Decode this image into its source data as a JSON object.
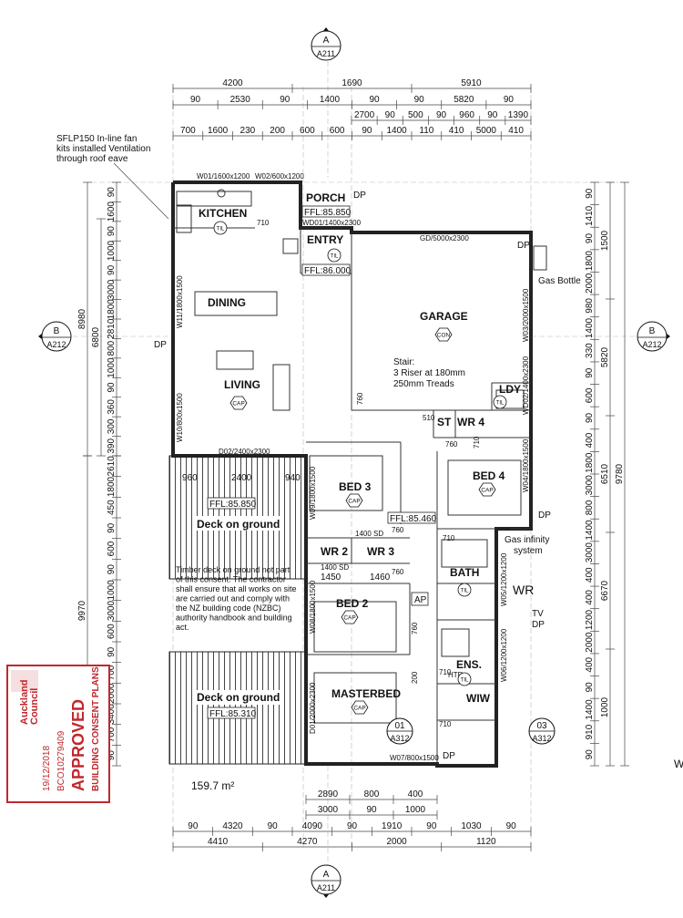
{
  "section_markers": {
    "top": {
      "letter": "A",
      "ref": "A211"
    },
    "bottom": {
      "letter": "A",
      "ref": "A211"
    },
    "left": {
      "letter": "B",
      "ref": "A212"
    },
    "right": {
      "letter": "B",
      "ref": "A212"
    }
  },
  "detail_markers": [
    {
      "num": "01",
      "ref": "A312"
    },
    {
      "num": "03",
      "ref": "A312"
    }
  ],
  "top_dims": {
    "row1": [
      "4200",
      "1690",
      "5910"
    ],
    "row2": [
      "90",
      "2530",
      "90",
      "1400",
      "90",
      "90",
      "5820",
      "90"
    ],
    "row3": [
      "2700",
      "90",
      "500",
      "90",
      "960",
      "90",
      "1390"
    ],
    "row4": [
      "700",
      "1600",
      "230",
      "200",
      "600",
      "600",
      "90",
      "1400",
      "110",
      "410",
      "5000",
      "410"
    ]
  },
  "bottom_dims": {
    "row1": [
      "2890",
      "800",
      "400"
    ],
    "row2": [
      "3000",
      "90",
      "1000"
    ],
    "row3": [
      "90",
      "4320",
      "90",
      "4090",
      "90",
      "1910",
      "90",
      "1030",
      "90"
    ],
    "row4": [
      "4410",
      "4270",
      "2000",
      "1120"
    ]
  },
  "left_dims": {
    "outer": [
      "8980",
      "9970"
    ],
    "mid": [
      "6800"
    ],
    "inner": [
      "90",
      "1600",
      "90",
      "1000",
      "90",
      "3000",
      "1800",
      "2810",
      "800",
      "1000",
      "90",
      "360",
      "300",
      "390",
      "2610",
      "1800",
      "450",
      "90",
      "600",
      "90",
      "1000",
      "3000",
      "600",
      "90",
      "700",
      "2000",
      "3400",
      "700",
      "90"
    ]
  },
  "right_dims": {
    "outer": [
      "9780"
    ],
    "mid": [
      "1500",
      "5820",
      "6510",
      "6670",
      "1000"
    ],
    "inner": [
      "90",
      "1410",
      "90",
      "1800",
      "2000",
      "980",
      "1400",
      "330",
      "90",
      "600",
      "90",
      "400",
      "1800",
      "3000",
      "800",
      "1400",
      "3000",
      "400",
      "400",
      "1200",
      "2000",
      "400",
      "90",
      "1400",
      "910",
      "90"
    ]
  },
  "rooms": {
    "kitchen": "KITCHEN",
    "porch": "PORCH",
    "entry": "ENTRY",
    "dining": "DINING",
    "living": "LIVING",
    "garage": "GARAGE",
    "ldy": "LDY",
    "st": "ST",
    "wr4": "WR 4",
    "bed3": "BED 3",
    "bed4": "BED 4",
    "wr2": "WR 2",
    "wr3": "WR 3",
    "bath": "BATH",
    "bed2": "BED 2",
    "ens": "ENS.",
    "masterbed": "MASTERBED",
    "wiw": "WIW"
  },
  "ffl": {
    "porch": "FFL:85.850",
    "entry": "FFL:86.000",
    "deck1": "FFL:85.850",
    "hall": "FFL:85.460",
    "deck2": "FFL:85.310"
  },
  "decks": {
    "deck1": "Deck on ground",
    "deck2": "Deck on ground"
  },
  "deck_dims": [
    "960",
    "2400",
    "940"
  ],
  "windows": {
    "w01": "W01/1600x1200",
    "w02": "W02/600x1200",
    "wd01": "WD01/1400x2300",
    "gd": "GD/5000x2300",
    "w11": "W11/1800x1500",
    "w10": "W10/800x1500",
    "d02": "D02/2400x2300",
    "w03": "W03/2000x1500",
    "wd02": "WD02/1400x2300",
    "w09": "W09/1800x1500",
    "w04": "W04/1800x1500",
    "w08": "W08/1800x1500",
    "w05": "W05/1200x1200",
    "w06": "W06/1200x1200",
    "d01": "D01/2000x2300",
    "w07": "W07/800x1500"
  },
  "door_sizes": {
    "k710": "710",
    "ldy760": "760",
    "st760": "760",
    "wr4_710": "710",
    "hall760": "760",
    "bath710": "710",
    "wr760": "760",
    "bed2_760": "760",
    "ens710": "710",
    "mb710": "710",
    "n510": "510",
    "sd1400a": "1400 SD",
    "sd1400b": "1400 SD",
    "n1450": "1450",
    "n1460": "1460",
    "n200": "200"
  },
  "labels": {
    "fan_note": [
      "SFLP150 In-line fan",
      "kits installed Ventilation",
      "through roof eave"
    ],
    "gas_bottle": "Gas Bottle",
    "stair": [
      "Stair:",
      "3 Riser at 180mm",
      "250mm Treads"
    ],
    "gas_infinity": [
      "Gas infinity",
      "system"
    ],
    "wr": "WR",
    "tv": "TV",
    "dp": "DP",
    "ap": "AP",
    "htr": "HTR",
    "w_edge": "W",
    "area": "159.7 m²",
    "deck_note": [
      "Timber deck on ground not part",
      "of this consent. The contractor",
      "shall ensure that all works on site",
      "are carried out and comply with",
      "the NZ building code (NZBC)",
      "authority handbook and building",
      "act."
    ]
  },
  "symbols": {
    "til": "TIL",
    "cap": "CAP",
    "con": "CON"
  },
  "stamp": {
    "org_line1": "Auckland",
    "org_line2": "Council",
    "approved": "APPROVED",
    "plans": "BUILDING CONSENT PLANS",
    "date": "19/12/2018",
    "ref": "BCO10279409",
    "color": "#c0282d"
  }
}
